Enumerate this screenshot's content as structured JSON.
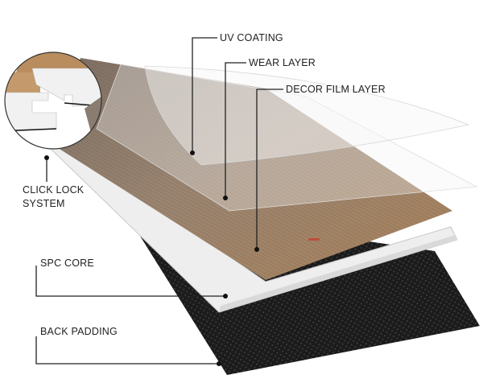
{
  "labels": {
    "uv_coating": "UV COATING",
    "wear_layer": "WEAR LAYER",
    "decor_film_layer": "DECOR FILM LAYER",
    "click_lock_line1": "CLICK LOCK",
    "click_lock_line2": "SYSTEM",
    "spc_core": "SPC CORE",
    "back_padding": "BACK PADDING"
  },
  "colors": {
    "back_padding": "#1e1e1e",
    "spc_core": "#f2f2f2",
    "decor": "#9b7a5a",
    "wear": "#8a7f76",
    "leader": "#222222"
  }
}
